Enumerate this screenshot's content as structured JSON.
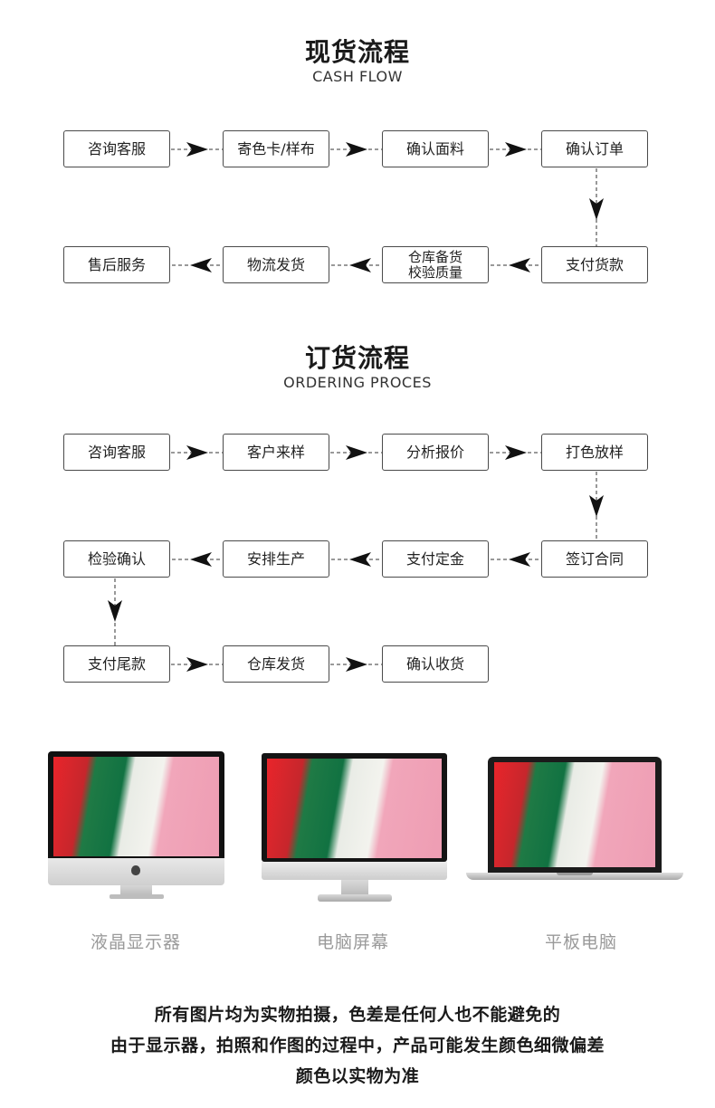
{
  "cash_flow": {
    "title": "现货流程",
    "subtitle": "CASH FLOW",
    "row1": [
      "咨询客服",
      "寄色卡/样布",
      "确认面料",
      "确认订单"
    ],
    "row2": [
      "售后服务",
      "物流发货",
      "仓库备货\n校验质量",
      "支付货款"
    ]
  },
  "ordering_flow": {
    "title": "订货流程",
    "subtitle": "ORDERING PROCES",
    "row1": [
      "咨询客服",
      "客户来样",
      "分析报价",
      "打色放样"
    ],
    "row2": [
      "检验确认",
      "安排生产",
      "支付定金",
      "签订合同"
    ],
    "row3": [
      "支付尾款",
      "仓库发货",
      "确认收货"
    ]
  },
  "devices": {
    "labels": [
      "液晶显示器",
      "电脑屏幕",
      "平板电脑"
    ],
    "icon": "apple-logo-icon",
    "screen_colors": [
      "#e9252b",
      "#117242",
      "#f3f3ee",
      "#ee9db3"
    ]
  },
  "note": {
    "line1": "所有图片均为实物拍摄，色差是任何人也不能避免的",
    "line2": "由于显示器，拍照和作图的过程中，产品可能发生颜色细微偏差",
    "line3": "颜色以实物为准"
  }
}
